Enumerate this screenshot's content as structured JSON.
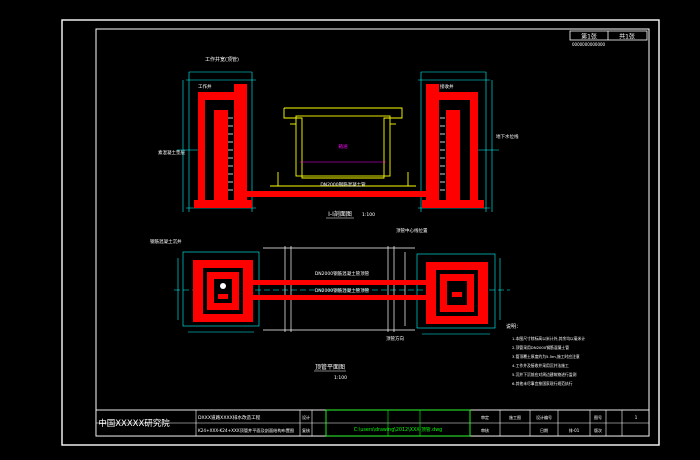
{
  "sheet": {
    "sheet_no": "第1张",
    "sheet_total": "共1张",
    "ref_code": "0000000000000"
  },
  "views": {
    "elevation_title": "I-I剖面图",
    "plan_title": "顶管平面图",
    "scale_elev": "1:100",
    "scale_plan": "1:100"
  },
  "labels": {
    "top_width": "工作井宽(顶管)",
    "pipe_elev": "DN2000钢筋混凝土管",
    "pipe_plan_top": "DN2000钢筋混凝土管顶管",
    "pipe_plan_bottom": "DN2000钢筋混凝土管顶管",
    "culvert": "箱涵",
    "left_pit_note": "工作井",
    "right_pit_note": "接收井",
    "left_callout": "素混凝土垫层",
    "right_callout": "地下水位线",
    "plan_left_callout": "钢筋混凝土沉井",
    "plan_right_callout": "顶管中心线位置",
    "plan_right_bottom": "顶管方向"
  },
  "notes": {
    "heading": "说明：",
    "lines": [
      "1.本图尺寸除标高以米计外,其余均以毫米计",
      "2.顶管采用DN2000钢筋混凝土管",
      "3.管顶覆土厚度约为5.5m,施工时应注意",
      "4.工作井及接收井采用沉井法施工",
      "5.沉井下沉前应对周边建筑物进行监测",
      "6.其他未尽事宜按国家现行规范执行"
    ]
  },
  "title_block": {
    "institute": "中国XXXXX研究院",
    "project_line1": "DXXX道路XXXX排水改造工程",
    "project_line2": "K24+XXX-K24+XXX顶管井平面及剖面结构布置图",
    "role_design": "设计",
    "role_check": "复核",
    "file_path": "C:\\users\\drawing\\2012\\XXX-顶管.dwg",
    "approve": "审定",
    "review": "审核",
    "stage": "施工图",
    "design_no": "设计编号",
    "date_label": "日期",
    "drawing_label": "图号",
    "drawing_no": "排-01",
    "ver_label": "版次",
    "ver_no": "1"
  },
  "colors": {
    "frame": "#ffffff",
    "structure": "#ff0000",
    "culvert": "#ffff00",
    "dim_line": "#00ffff",
    "label": "#ffffff",
    "title_green": "#00ff00",
    "magenta": "#ff00ff"
  }
}
